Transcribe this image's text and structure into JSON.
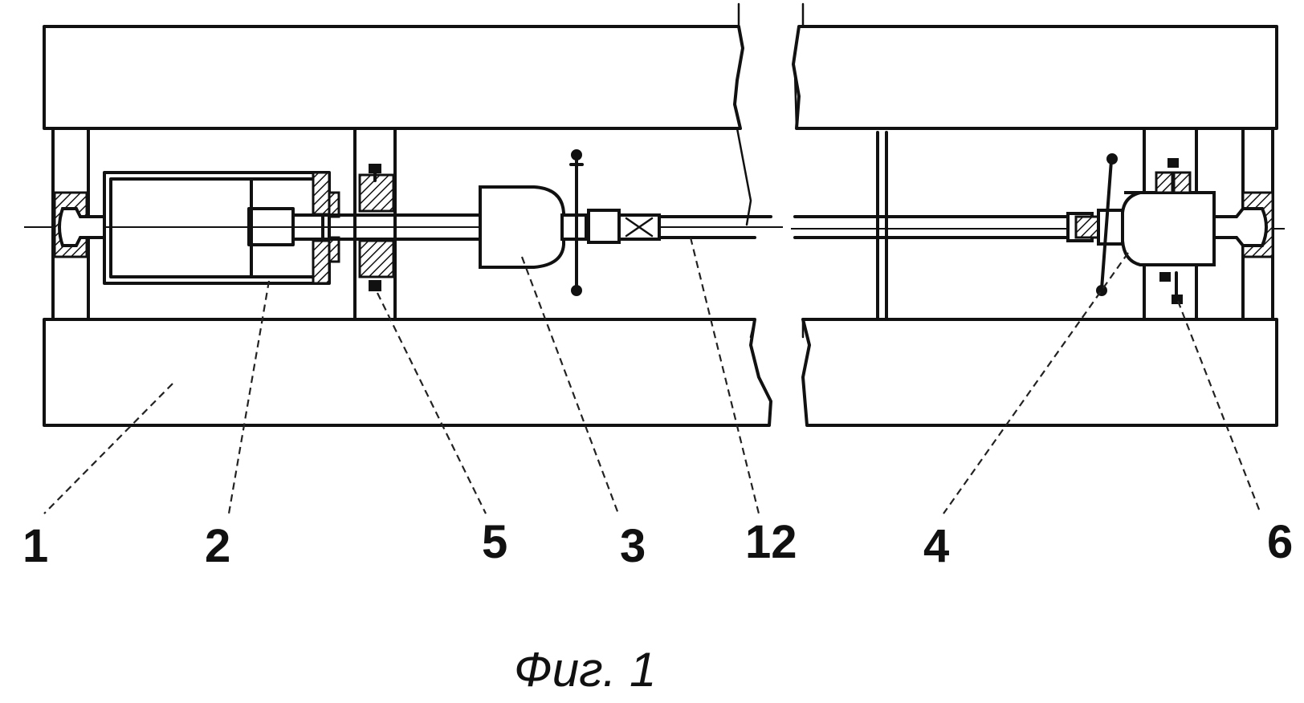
{
  "figure": {
    "caption": "Фиг. 1",
    "callouts": {
      "frame": "1",
      "cylinder": "2",
      "support_left": "5",
      "gripper_left": "3",
      "rod": "12",
      "gripper_right": "4",
      "support_right": "6"
    }
  }
}
